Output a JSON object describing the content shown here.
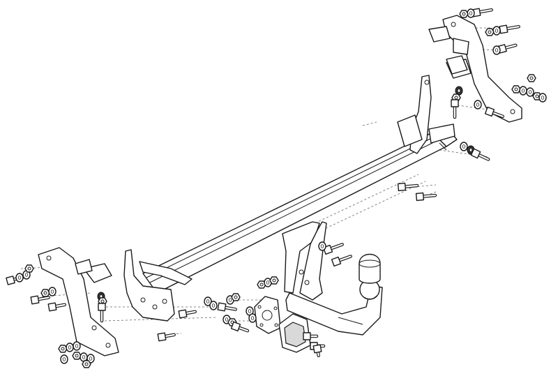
{
  "diagram": {
    "type": "exploded-assembly",
    "parts": [
      "crossbar-tube",
      "left-side-bracket",
      "right-side-bracket",
      "left-mount-plate",
      "right-mount-plate",
      "tow-ball-neck",
      "tow-ball",
      "ball-cover-cap",
      "socket-plate",
      "electrical-socket",
      "bolt",
      "nut",
      "washer"
    ]
  },
  "colors": {
    "line": "#1a1a1a",
    "background": "#ffffff",
    "hidden-line": "#666666"
  }
}
